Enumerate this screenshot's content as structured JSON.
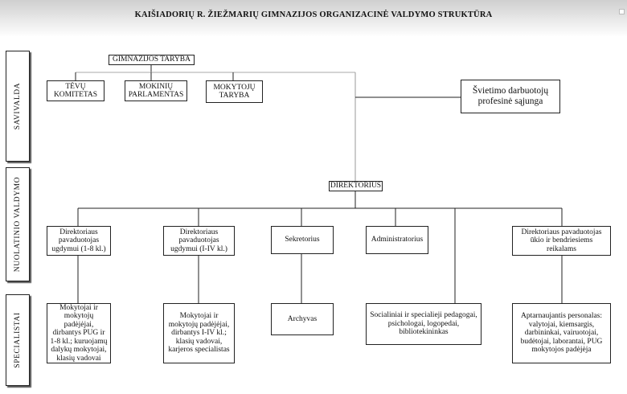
{
  "title": "KAIŠIADORIŲ R. ŽIEŽMARIŲ GIMNAZIJOS ORGANIZACINĖ VALDYMO STRUKTŪRA",
  "bands": {
    "savivalda": "SAVIVALDA",
    "nuolatinio": "NUOLATINIO VALDYMO",
    "specialistai": "SPECIALISTAI"
  },
  "nodes": {
    "taryba": "GIMNAZIJOS TARYBA",
    "tevu": "TĖVŲ KOMITETAS",
    "mokiniu": "MOKINIŲ PARLAMENTAS",
    "mokytoju": "MOKYTOJŲ TARYBA",
    "sajunga": "Švietimo darbuotojų profesinė sąjunga",
    "direktorius": "DIREKTORIUS",
    "pav18": "Direktoriaus pavaduotojas ugdymui (1-8 kl.)",
    "pavI_IV": "Direktoriaus pavaduotojas ugdymui (I-IV kl.)",
    "sekretorius": "Sekretorius",
    "administratorius": "Administratorius",
    "pavUkio": "Direktoriaus pavaduotojas ūkio ir bendriesiems reikalams",
    "mokytojai18": "Mokytojai ir mokytojų padėjėjai, dirbantys PUG ir 1-8 kl.; kuruojamų dalykų mokytojai, klasių vadovai",
    "mokytojaiI_IV": "Mokytojai ir mokytojų padėjėjai, dirbantys I-IV kl.; klasių vadovai, karjeros specialistas",
    "archyvas": "Archyvas",
    "socialiniai": "Socialiniai ir specialieji pedagogai, psichologai, logopedai, bibliotekininkas",
    "aptarnaujantis": "Aptarnaujantis personalas: valytojai, kiemsargis, darbininkai, vairuotojai, budėtojai, laborantai, PUG mokytojos padėjėja"
  }
}
